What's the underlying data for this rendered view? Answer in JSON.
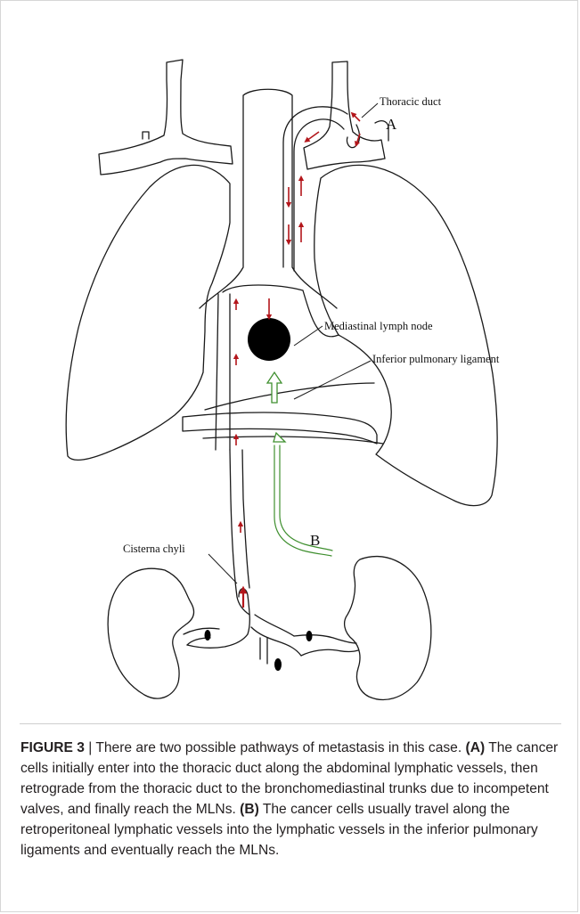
{
  "figure": {
    "labels": {
      "thoracic_duct": "Thoracic duct",
      "pathway_a": "A",
      "pathway_b": "B",
      "mediastinal_lymph_node": "Mediastinal lymph node",
      "inferior_pulmonary_ligament": "Inferior pulmonary ligament",
      "cisterna_chyli": "Cisterna chyli"
    },
    "colors": {
      "outline": "#1a1a1a",
      "red_arrow": "#b3161b",
      "green_arrow": "#3f8f2f",
      "node_fill": "#000000"
    }
  },
  "caption": {
    "figure_label": "FIGURE 3",
    "separator": " | ",
    "intro": "There are two possible pathways of metastasis in this case. ",
    "a_label": "(A)",
    "a_text": " The cancer cells initially enter into the thoracic duct along the abdominal lymphatic vessels, then retrograde from the thoracic duct to the bronchomediastinal trunks due to incompetent valves, and finally reach the MLNs. ",
    "b_label": "(B)",
    "b_text": " The cancer cells usually travel along the retroperitoneal lymphatic vessels into the lymphatic vessels in the inferior pulmonary ligaments and eventually reach the MLNs."
  }
}
